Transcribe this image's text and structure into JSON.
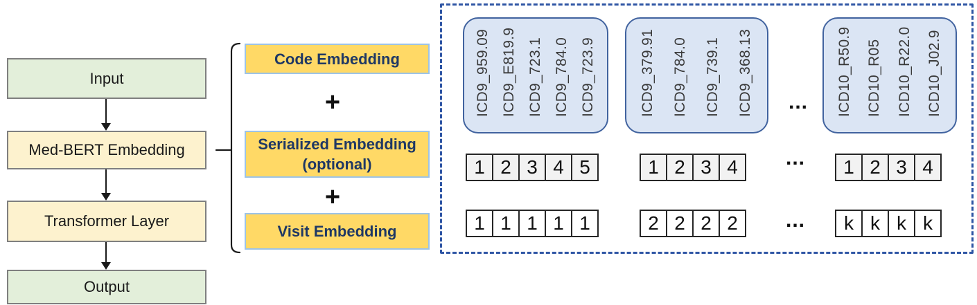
{
  "flowchart": {
    "nodes": [
      {
        "id": "input",
        "label": "Input",
        "fill": "green"
      },
      {
        "id": "med-bert-embedding",
        "label": "Med-BERT Embedding",
        "fill": "yellow"
      },
      {
        "id": "transformer-layer",
        "label": "Transformer Layer",
        "fill": "yellow"
      },
      {
        "id": "output",
        "label": "Output",
        "fill": "green"
      }
    ]
  },
  "embedding_sum": {
    "plus": "+",
    "components": [
      {
        "label": "Code Embedding",
        "sublabel": ""
      },
      {
        "label": "Serialized Embedding",
        "sublabel": "(optional)"
      },
      {
        "label": "Visit Embedding",
        "sublabel": ""
      }
    ]
  },
  "example_panel": {
    "ellipsis": "...",
    "visits": [
      {
        "codes": [
          "ICD9_959.09",
          "ICD9_E819.9",
          "ICD9_723.1",
          "ICD9_784.0",
          "ICD9_723.9"
        ],
        "serialization": [
          "1",
          "2",
          "3",
          "4",
          "5"
        ],
        "visit_ids": [
          "1",
          "1",
          "1",
          "1",
          "1"
        ]
      },
      {
        "codes": [
          "ICD9_379.91",
          "ICD9_784.0",
          "ICD9_739.1",
          "ICD9_368.13"
        ],
        "serialization": [
          "1",
          "2",
          "3",
          "4"
        ],
        "visit_ids": [
          "2",
          "2",
          "2",
          "2"
        ]
      },
      {
        "codes": [
          "ICD10_R50.9",
          "ICD10_R05",
          "ICD10_R22.0",
          "ICD10_J02.9"
        ],
        "serialization": [
          "1",
          "2",
          "3",
          "4"
        ],
        "visit_ids": [
          "k",
          "k",
          "k",
          "k"
        ]
      }
    ]
  },
  "colors": {
    "green_fill": "#e3efda",
    "yellow_fill": "#fdf2ce",
    "gold_fill": "#ffd966",
    "gold_border": "#9dc3e6",
    "navy_text": "#1f3864",
    "code_box_fill": "#dbe5f4",
    "code_box_border": "#41639f",
    "dashed_border": "#2e55a4",
    "serial_cell_fill": "#f2f2f2",
    "visit_cell_fill": "#ffffff",
    "flow_border_gray": "#7f7f7f"
  }
}
